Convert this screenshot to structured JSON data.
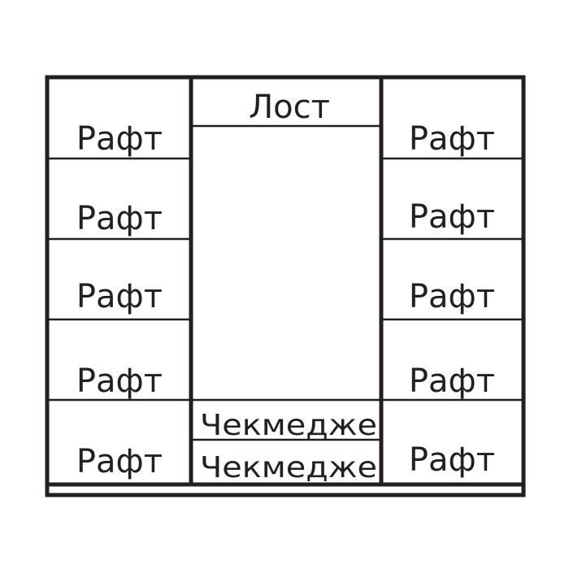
{
  "wardrobe": {
    "left_column": {
      "shelves": [
        {
          "label": "Рафт"
        },
        {
          "label": "Рафт"
        },
        {
          "label": "Рафт"
        },
        {
          "label": "Рафт"
        },
        {
          "label": "Рафт"
        }
      ]
    },
    "middle_column": {
      "rod": {
        "label": "Лост"
      },
      "drawers": [
        {
          "label": "Чекмедже"
        },
        {
          "label": "Чекмедже"
        }
      ]
    },
    "right_column": {
      "shelves": [
        {
          "label": "Рафт"
        },
        {
          "label": "Рафт"
        },
        {
          "label": "Рафт"
        },
        {
          "label": "Рафт"
        },
        {
          "label": "Рафт"
        }
      ]
    },
    "line_color": "#231f20",
    "background_color": "#ffffff"
  }
}
